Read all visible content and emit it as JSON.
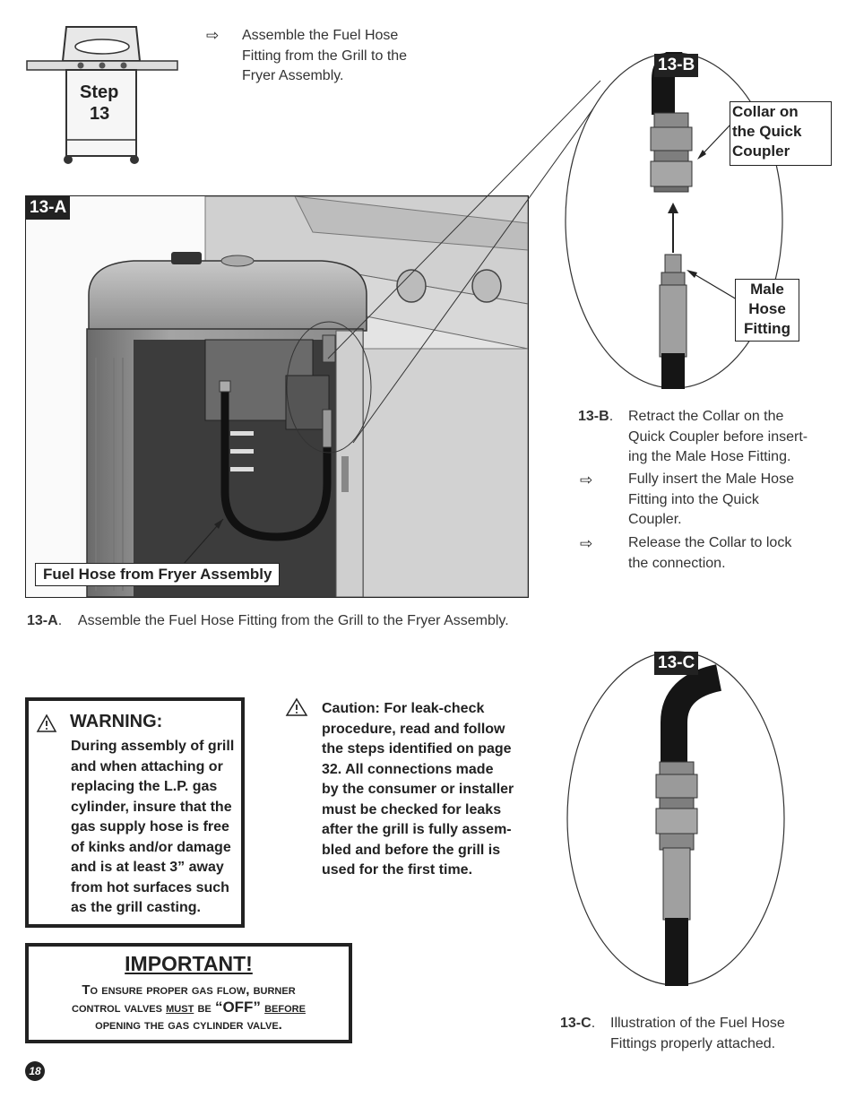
{
  "step": {
    "word": "Step",
    "number": "13"
  },
  "intro": {
    "line1": "Assemble the Fuel Hose",
    "line2": "Fitting from the Grill to the",
    "line3": "Fryer Assembly."
  },
  "fig_a": {
    "label": "13-A",
    "callout": "Fuel Hose from Fryer Assembly",
    "caption_id": "13-A",
    "caption": "Assemble the Fuel Hose Fitting from the Grill to the Fryer Assembly."
  },
  "fig_b": {
    "label": "13-B",
    "collar": {
      "l1": "Collar on",
      "l2": "the Quick",
      "l3": "Coupler"
    },
    "male": {
      "l1": "Male",
      "l2": "Hose",
      "l3": "Fitting"
    },
    "caption_id": "13-B",
    "steps": [
      {
        "l1": "Retract the Collar on the",
        "l2": "Quick Coupler before insert-",
        "l3": "ing the Male Hose Fitting."
      },
      {
        "l1": "Fully insert the Male Hose",
        "l2": "Fitting into the Quick",
        "l3": "Coupler."
      },
      {
        "l1": "Release the Collar to lock",
        "l2": "the connection."
      }
    ]
  },
  "fig_c": {
    "label": "13-C",
    "caption_id": "13-C",
    "caption_l1": "Illustration of the Fuel Hose",
    "caption_l2": "Fittings properly attached."
  },
  "warning": {
    "title": "WARNING:",
    "lines": [
      "During assembly of grill",
      "and when attaching or",
      "replacing the L.P. gas",
      "cylinder, insure that the",
      "gas supply hose is free",
      "of kinks and/or damage",
      "and is at least 3” away",
      "from hot surfaces such",
      "as the grill casting."
    ]
  },
  "caution": {
    "lines": [
      "Caution:  For leak-check",
      "procedure, read and follow",
      "the steps identified on page",
      "32.  All connections made",
      "by the consumer or installer",
      "must be checked for leaks",
      "after the grill is fully assem-",
      "bled and before the grill is",
      "used for the first time."
    ]
  },
  "important": {
    "title": "IMPORTANT!",
    "l1": "To ensure proper gas flow, burner",
    "l2a": "control valves",
    "l2b": "must",
    "l2c": "be",
    "l2d": "“OFF”",
    "l2e": "before",
    "l3": "opening the gas cylinder valve."
  },
  "page_number": "18"
}
